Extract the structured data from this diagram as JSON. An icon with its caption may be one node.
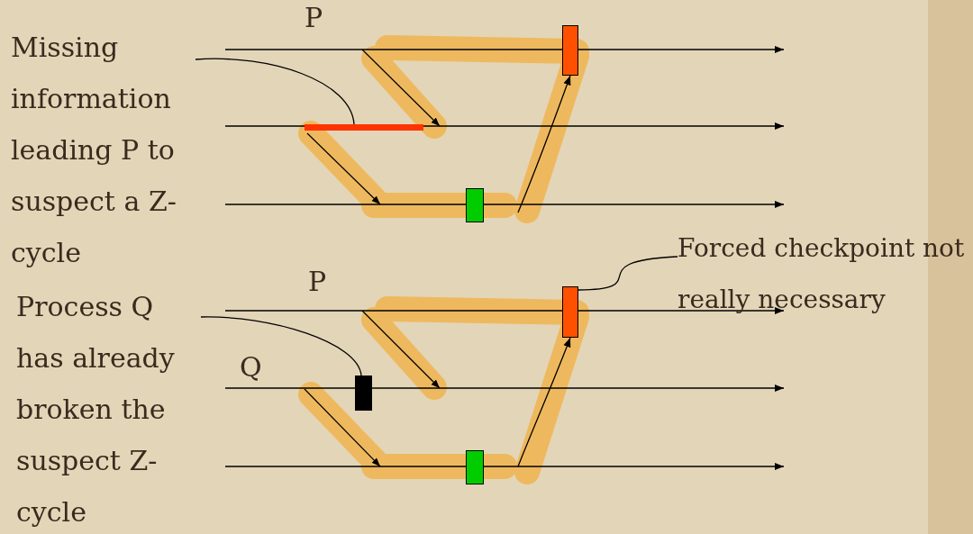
{
  "diagram": {
    "nodes": [
      {
        "text": [
          "Missing information leading P to suspect a Z-cycle"
        ]
      },
      {
        "text": [],
        "shape": "bar"
      },
      {
        "text": [],
        "shape": "box"
      },
      {
        "text": [],
        "shape": "box"
      },
      {
        "text": [
          "Process Q has already broken the suspect Z-cycle"
        ]
      },
      {
        "text": [],
        "shape": "box"
      },
      {
        "text": [
          "Forced checkpoint not really necessary"
        ]
      },
      {
        "text": [],
        "shape": "box"
      },
      {
        "text": [],
        "shape": "box"
      }
    ],
    "edges": [
      {
        "from": 0,
        "to": 1,
        "arrow": "none"
      },
      {
        "from": null,
        "to": 2,
        "arrow": "to"
      },
      {
        "from": 4,
        "to": 5,
        "arrow": "none"
      },
      {
        "from": 6,
        "to": 7,
        "arrow": "none"
      },
      {
        "from": null,
        "to": 7,
        "arrow": "to"
      }
    ],
    "labels": [
      "P",
      "P",
      "Q"
    ]
  }
}
